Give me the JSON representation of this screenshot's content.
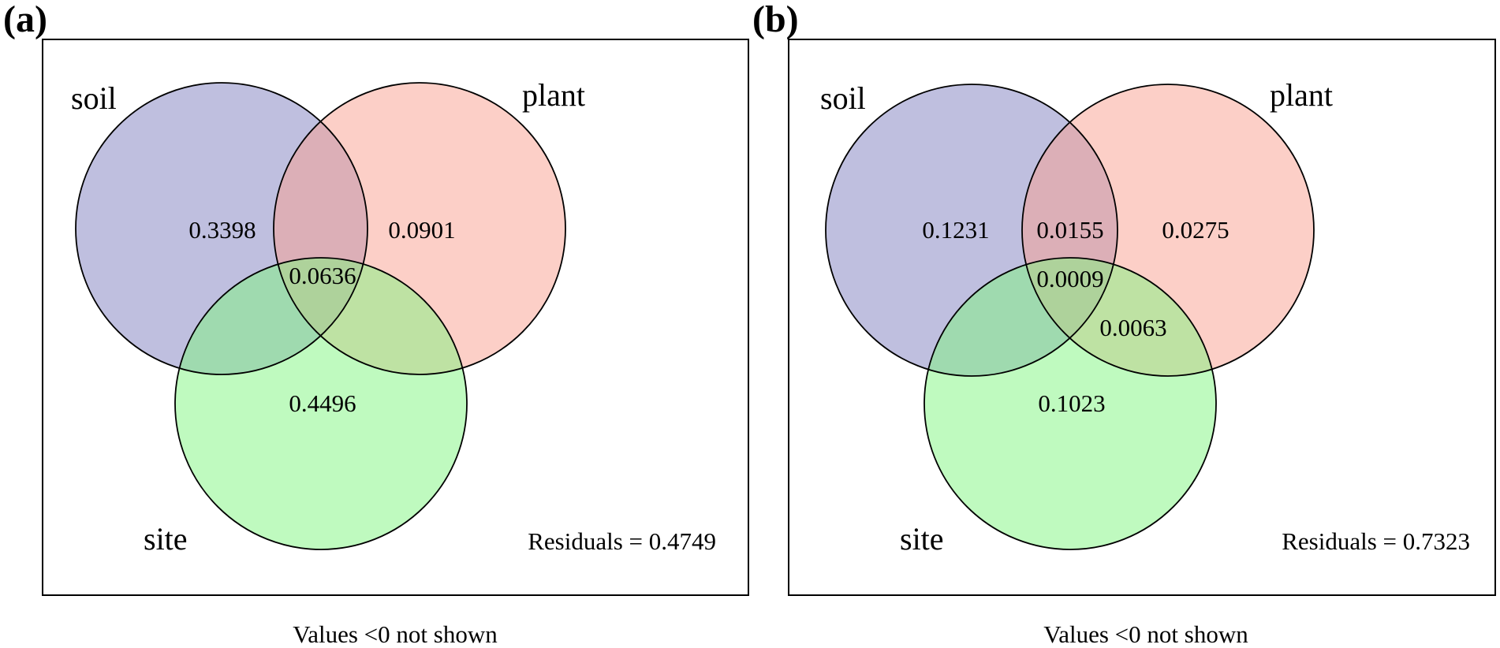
{
  "panels": [
    {
      "letter": "(a)",
      "sets": {
        "soil": "soil",
        "plant": "plant",
        "site": "site"
      },
      "regions": {
        "soil_only": "0.3398",
        "plant_only": "0.0901",
        "site_only": "0.4496",
        "soil_plant": "",
        "soil_site": "",
        "plant_site": "",
        "all_three": "0.0636"
      },
      "residuals": "Residuals = 0.4749",
      "footnote": "Values <0 not shown"
    },
    {
      "letter": "(b)",
      "sets": {
        "soil": "soil",
        "plant": "plant",
        "site": "site"
      },
      "regions": {
        "soil_only": "0.1231",
        "plant_only": "0.0275",
        "site_only": "0.1023",
        "soil_plant": "0.0155",
        "soil_site": "",
        "plant_site": "0.0063",
        "all_three": "0.0009"
      },
      "residuals": "Residuals = 0.7323",
      "footnote": "Values <0 not shown"
    }
  ],
  "colors": {
    "soil": "#7f7fbf",
    "plant": "#fa9f8f",
    "site": "#7ff57f"
  }
}
